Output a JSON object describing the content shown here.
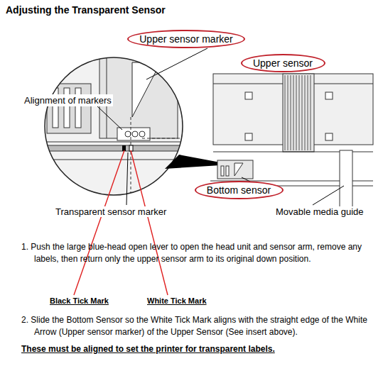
{
  "diagram": {
    "title": "Adjusting the Transparent Sensor",
    "nodes": [
      {
        "text": [
          "Upper sensor marker"
        ]
      },
      {
        "text": [
          "Upper sensor"
        ]
      },
      {
        "text": [
          "Bottom sensor"
        ]
      }
    ],
    "labels": [
      "Alignment of markers",
      "Transparent sensor marker",
      "Movable media guide",
      "1. Push the large blue-head open lever to open the head unit and sensor arm, remove any labels, then return only the upper sensor arm to its original down position.",
      "Black Tick Mark",
      "White Tick Mark",
      "2. Slide the Bottom Sensor so the White Tick Mark aligns with the straight edge of the White Arrow (Upper sensor marker) of the Upper Sensor (See insert above).",
      "These must be aligned to set the printer for transparent labels."
    ]
  }
}
